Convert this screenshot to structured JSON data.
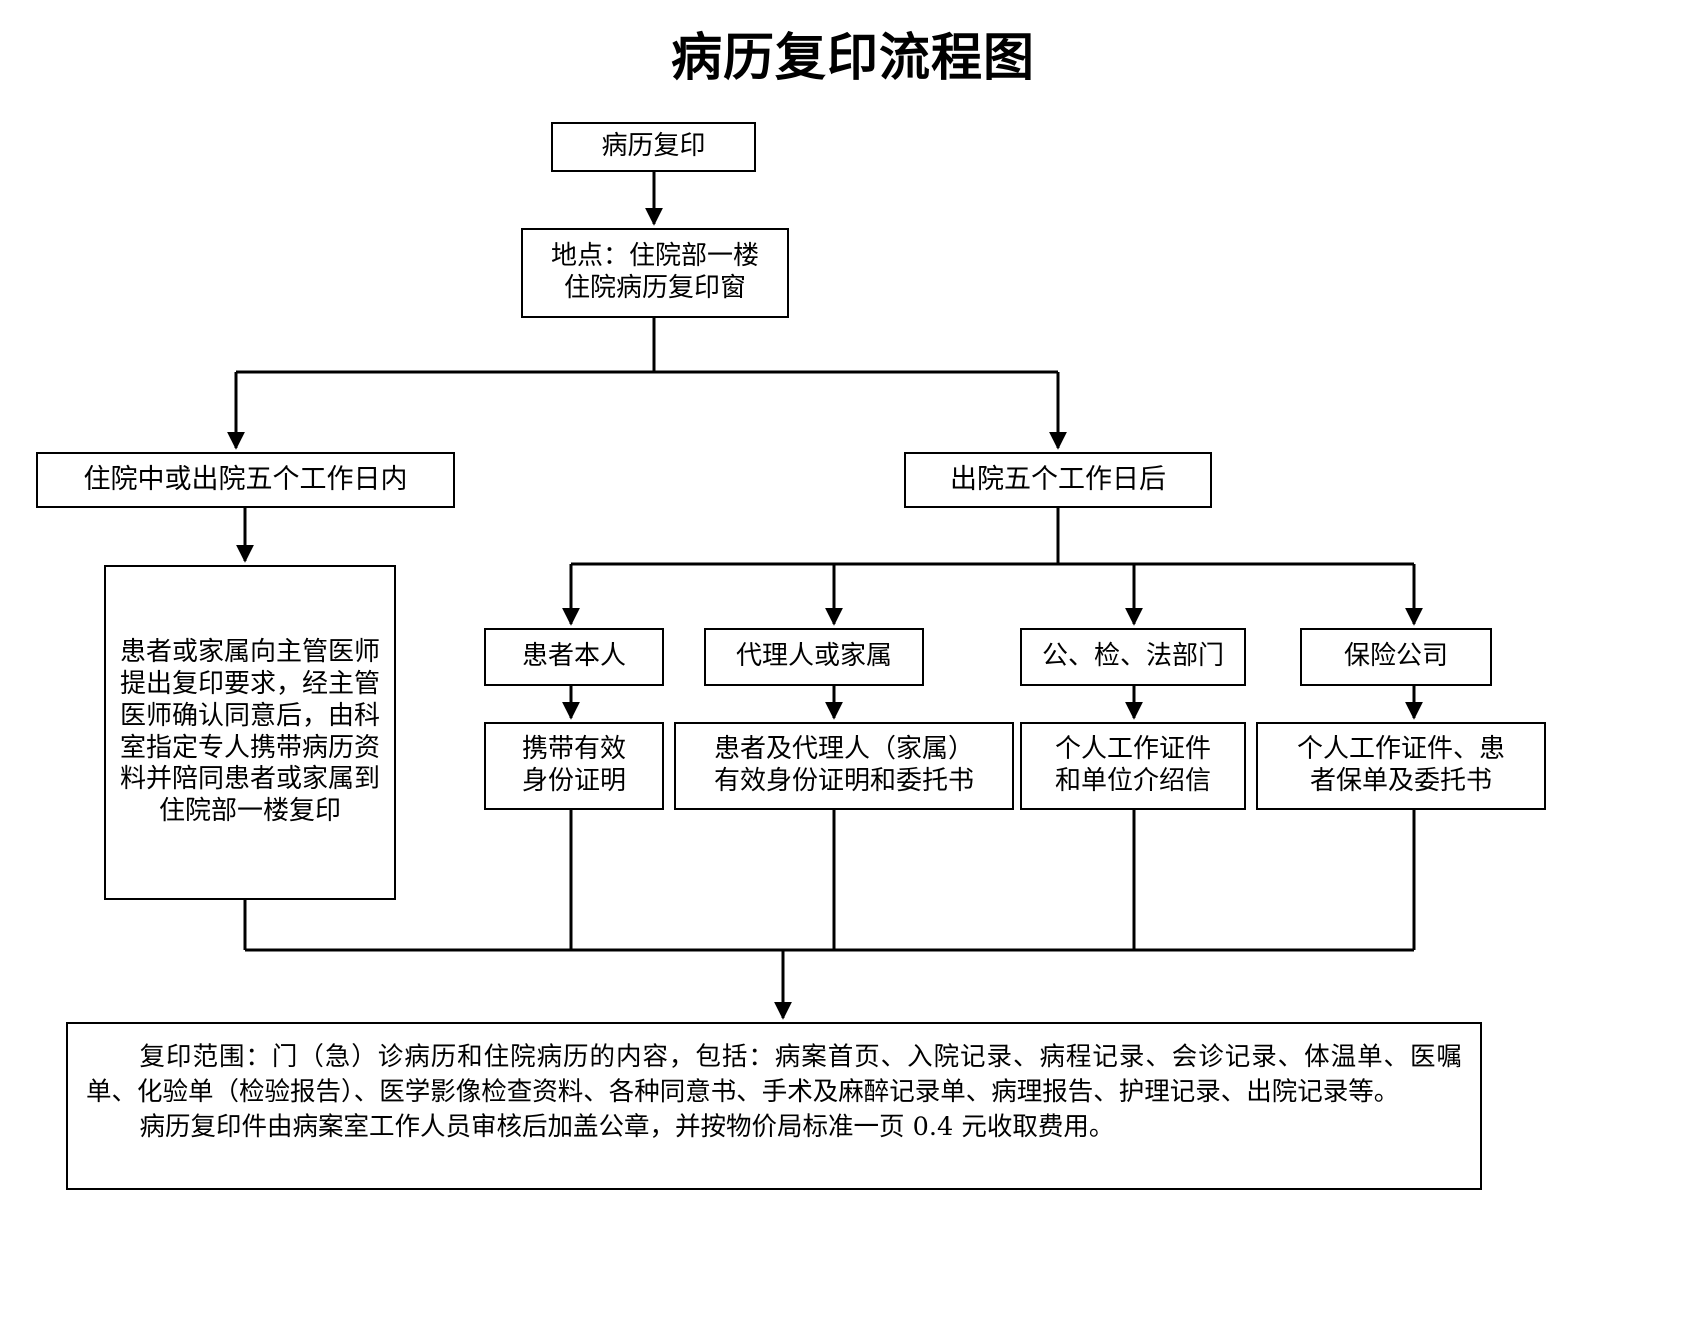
{
  "title": "病历复印流程图",
  "nodes": {
    "start": "病历复印",
    "place": "地点：住院部一楼\n住院病历复印窗",
    "left_condition": "住院中或出院五个工作日内",
    "right_condition": "出院五个工作日后",
    "left_body": "患者或家属向主管医师提出复印要求，经主管医师确认同意后，由科室指定专人携带病历资料并陪同患者或家属到住院部一楼复印",
    "applicants": [
      "患者本人",
      "代理人或家属",
      "公、检、法部门",
      "保险公司"
    ],
    "documents": [
      "携带有效\n身份证明",
      "患者及代理人（家属）\n有效身份证明和委托书",
      "个人工作证件\n和单位介绍信",
      "个人工作证件、患\n者保单及委托书"
    ],
    "footer": {
      "paragraph1": "复印范围：门（急）诊病历和住院病历的内容，包括：病案首页、入院记录、病程记录、会诊记录、体温单、医嘱单、化验单（检验报告）、医学影像检查资料、各种同意书、手术及麻醉记录单、病理报告、护理记录、出院记录等。",
      "paragraph2": "病历复印件由病案室工作人员审核后加盖公章，并按物价局标准一页 0.4 元收取费用。"
    }
  },
  "style": {
    "line_color": "#000000",
    "background": "#ffffff",
    "text_color": "#000000"
  }
}
